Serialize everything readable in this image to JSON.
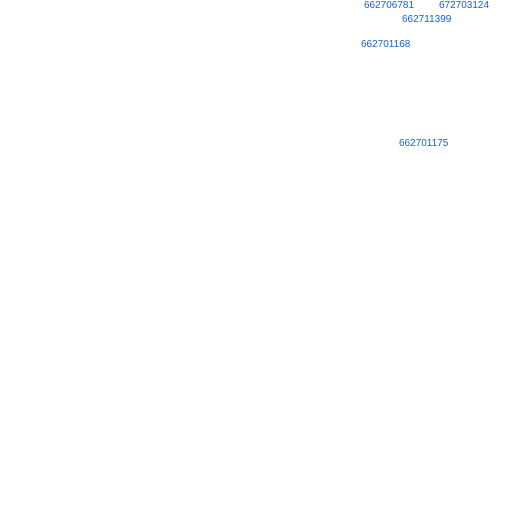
{
  "map": {
    "label_color": "#1a5fd1",
    "background_color": "#ffffff",
    "parcel_labels": [
      {
        "id": "662706781"
      },
      {
        "id": "672703124"
      },
      {
        "id": "662711399"
      },
      {
        "id": "662701168"
      },
      {
        "id": "662701175"
      }
    ]
  }
}
